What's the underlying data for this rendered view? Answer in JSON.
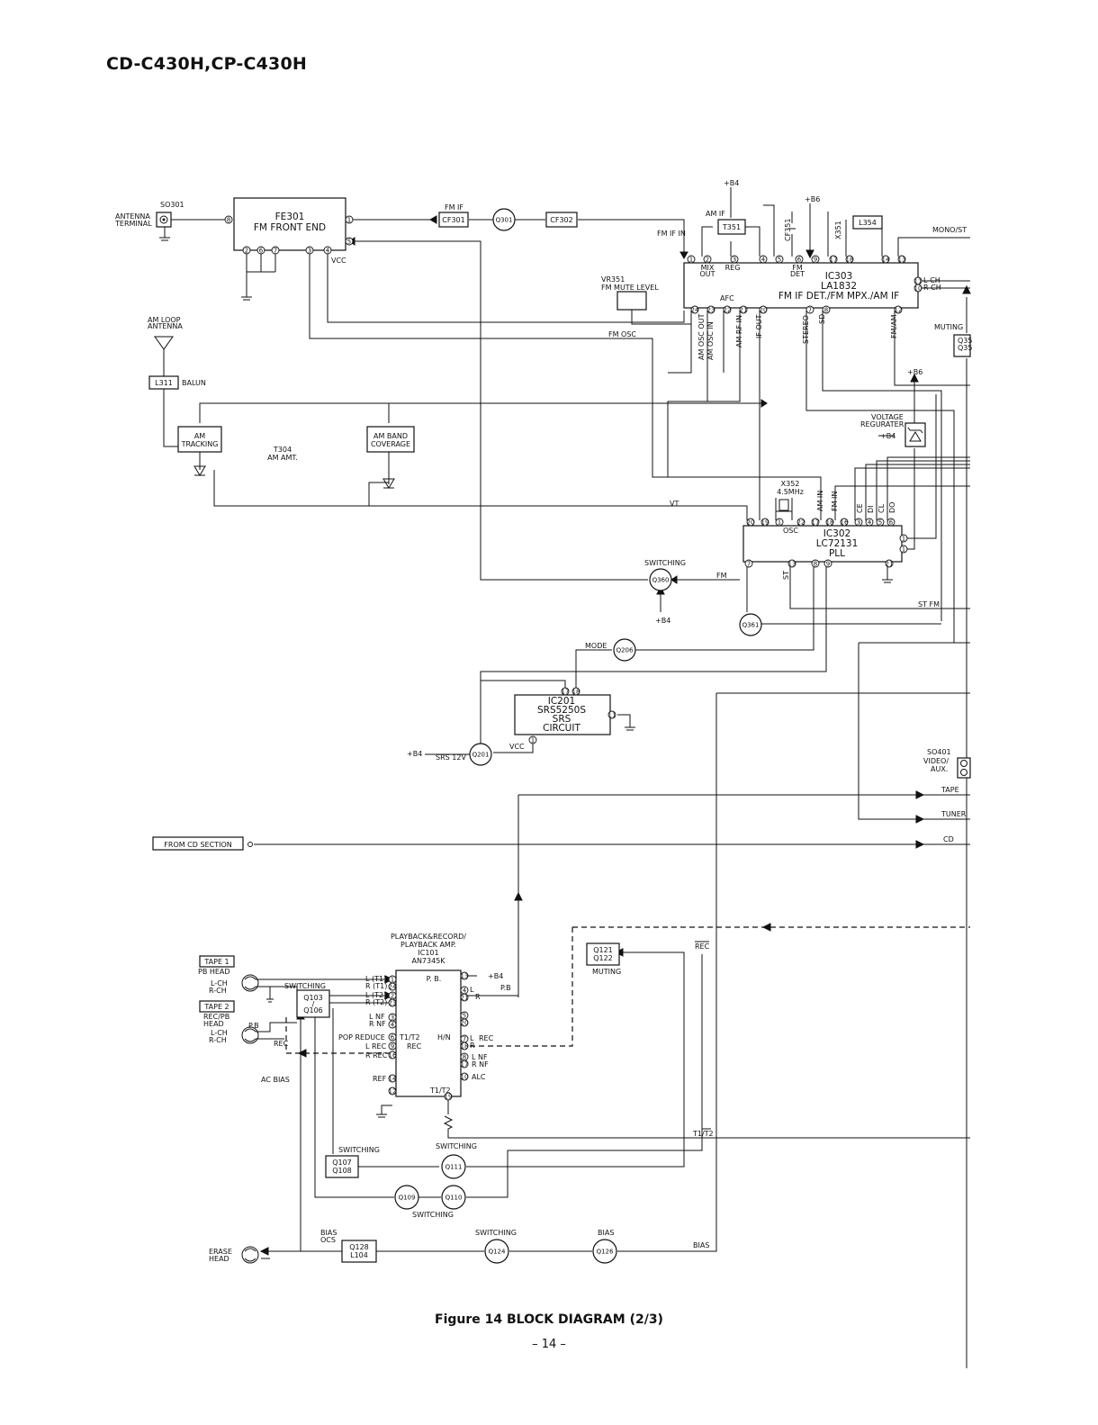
{
  "header": {
    "title": "CD-C430H,CP-C430H"
  },
  "footer": {
    "caption": "Figure 14 BLOCK DIAGRAM (2/3)",
    "page_number": "– 14 –"
  },
  "ic": {
    "fe301": [
      "FE301",
      "FM FRONT END"
    ],
    "ic303": [
      "IC303",
      "LA1832",
      "FM IF DET./FM MPX./AM IF"
    ],
    "ic302": [
      "IC302",
      "LC72131",
      "PLL"
    ],
    "ic201": [
      "IC201",
      "SRS5250S",
      "SRS",
      "CIRCUIT"
    ],
    "ic101": [
      "PLAYBACK&RECORD/",
      "PLAYBACK AMP.",
      "IC101",
      "AN7345K"
    ]
  },
  "parts": {
    "so301": "SO301",
    "cf301": "CF301",
    "q301": "Q301",
    "cf302": "CF302",
    "t351": "T351",
    "l354": "L354",
    "cf351": "CF351",
    "x351": "X351",
    "vr351": "VR351",
    "l311": "L311",
    "t304": [
      "T304",
      "AM AMT."
    ],
    "x352": [
      "X352",
      "4.5MHz"
    ],
    "q360": "Q360",
    "q361": "Q361",
    "q206": "Q206",
    "q201": "Q201",
    "q355": [
      "Q35",
      "Q35"
    ],
    "so401": "SO401",
    "q103": [
      "Q103",
      "/",
      "Q106"
    ],
    "q121": [
      "Q121",
      "Q122"
    ],
    "q107": [
      "Q107",
      "Q108"
    ],
    "q111": "Q111",
    "q109": "Q109",
    "q110": "Q110",
    "q128": [
      "Q128",
      "L104"
    ],
    "q124": "Q124",
    "q126": "Q126"
  },
  "labels": {
    "antenna_terminal": [
      "ANTENNA",
      "TERMINAL"
    ],
    "fm_if": "FM IF",
    "am_if": "AM IF",
    "fm_if_in": "FM IF IN",
    "b4": "+B4",
    "b6": "+B6",
    "mono_st": "MONO/ST",
    "vcc": "VCC",
    "fm_mute_level": "FM MUTE LEVEL",
    "afc": "AFC",
    "fm_osc": "FM OSC",
    "mix_out": [
      "MIX",
      "OUT"
    ],
    "reg": "REG",
    "fm_det": [
      "FM",
      "DET"
    ],
    "l_ch": "L-CH",
    "r_ch": "R-CH",
    "am_osc_out": "AM OSC OUT",
    "am_osc_in": "AM OSC IN",
    "am_rf_in": "AM RF IN",
    "if_out": "IF OUT",
    "stereo": "STEREO",
    "sd": "SD",
    "fm_am": "FM/AM",
    "muting": "MUTING",
    "am_loop_antenna": [
      "AM LOOP",
      "ANTENNA"
    ],
    "balun": "BALUN",
    "am_tracking": [
      "AM",
      "TRACKING"
    ],
    "am_band_coverage": [
      "AM BAND",
      "COVERAGE"
    ],
    "voltage_regulator": [
      "VOLTAGE",
      "REGURATER"
    ],
    "vt": "VT",
    "osc": "OSC",
    "am_in": "AM IN",
    "fm_in": "FM IN",
    "ce": "CE",
    "di": "DI",
    "cl": "CL",
    "do": "DO",
    "switching": "SWITCHING",
    "fm": "FM",
    "st": "ST",
    "st_fm": "ST FM",
    "mode": "MODE",
    "srs_12v": "SRS 12V",
    "video_aux": [
      "VIDEO/",
      "AUX."
    ],
    "tape": "TAPE",
    "tuner": "TUNER",
    "cd": "CD",
    "from_cd_section": "FROM CD SECTION",
    "tape1": "TAPE 1",
    "pb_head": "PB HEAD",
    "tape2": "TAPE 2",
    "rec_pb_head": [
      "REC/PB",
      "HEAD"
    ],
    "pb": "P.B",
    "pb2": "P. B.",
    "rec": "REC",
    "ac_bias": "AC BIAS",
    "l_t1": "L (T1)",
    "r_t1": "R (T1)",
    "l_t2": "L (T2)",
    "r_t2": "R (T2)",
    "l_nf": "L NF",
    "r_nf": "R NF",
    "pop_reduce": "POP REDUCE",
    "l_rec": "L REC",
    "r_rec": "R REC",
    "ref": "REF",
    "t1_t2": "T1/T2",
    "h_n": "H/N",
    "alc": "ALC",
    "l": "L",
    "r": "R",
    "bias": "BIAS",
    "bias_ocs": [
      "BIAS",
      "OCS"
    ],
    "erase_head": [
      "ERASE",
      "HEAD"
    ],
    "t1_t2_bar": "T1/T2"
  }
}
